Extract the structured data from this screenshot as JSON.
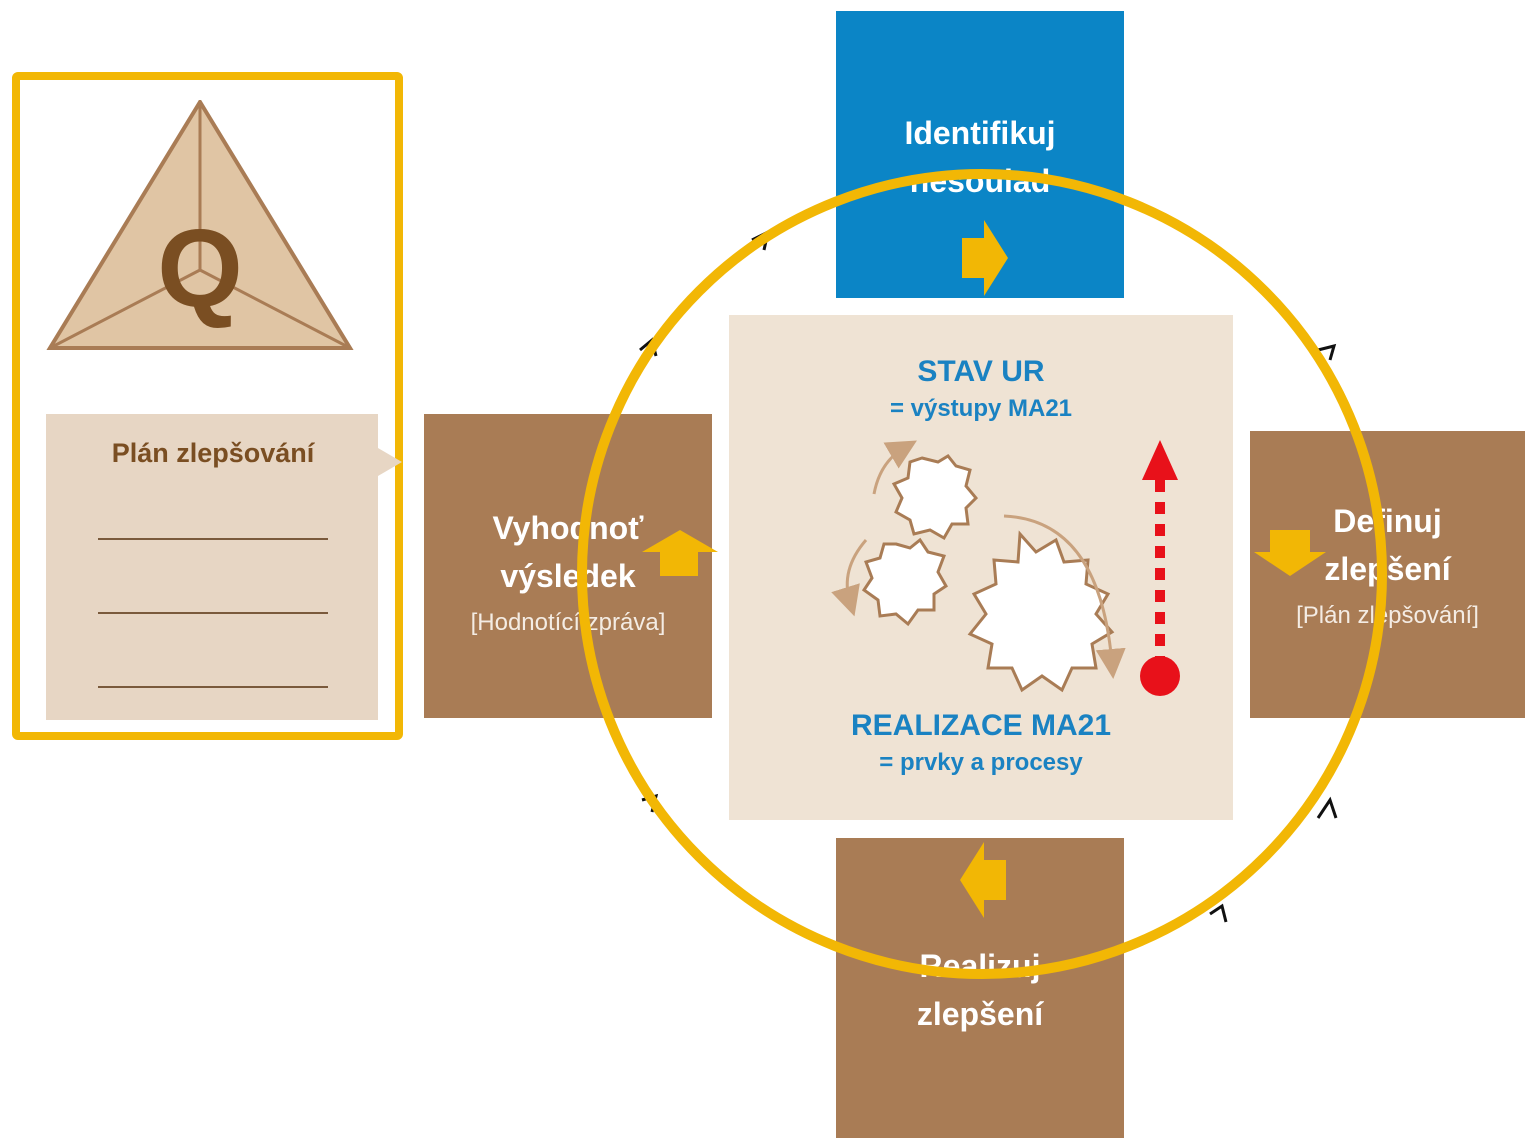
{
  "triangle_letter": "Q",
  "plan": {
    "title": "Plán zlepšování"
  },
  "steps": {
    "identify": {
      "line1": "Identifikuj",
      "line2": "nesoulad"
    },
    "define": {
      "line1": "Definuj",
      "line2": "zlepšení",
      "sub": "[Plán zlepšování]"
    },
    "realize": {
      "line1": "Realizuj",
      "line2": "zlepšení"
    },
    "evaluate": {
      "line1": "Vyhodnoť",
      "line2": "výsledek",
      "sub": "[Hodnotící zpráva]"
    }
  },
  "center": {
    "top_title": "STAV UR",
    "top_sub": "= výstupy MA21",
    "bottom_title": "REALIZACE MA21",
    "bottom_sub": "= prvky a procesy"
  },
  "colors": {
    "highlight_yellow": "#f2b705",
    "brown": "#a97c55",
    "blue": "#0b85c6",
    "beige": "#efe3d4",
    "red_arrow": "#e8111a"
  }
}
